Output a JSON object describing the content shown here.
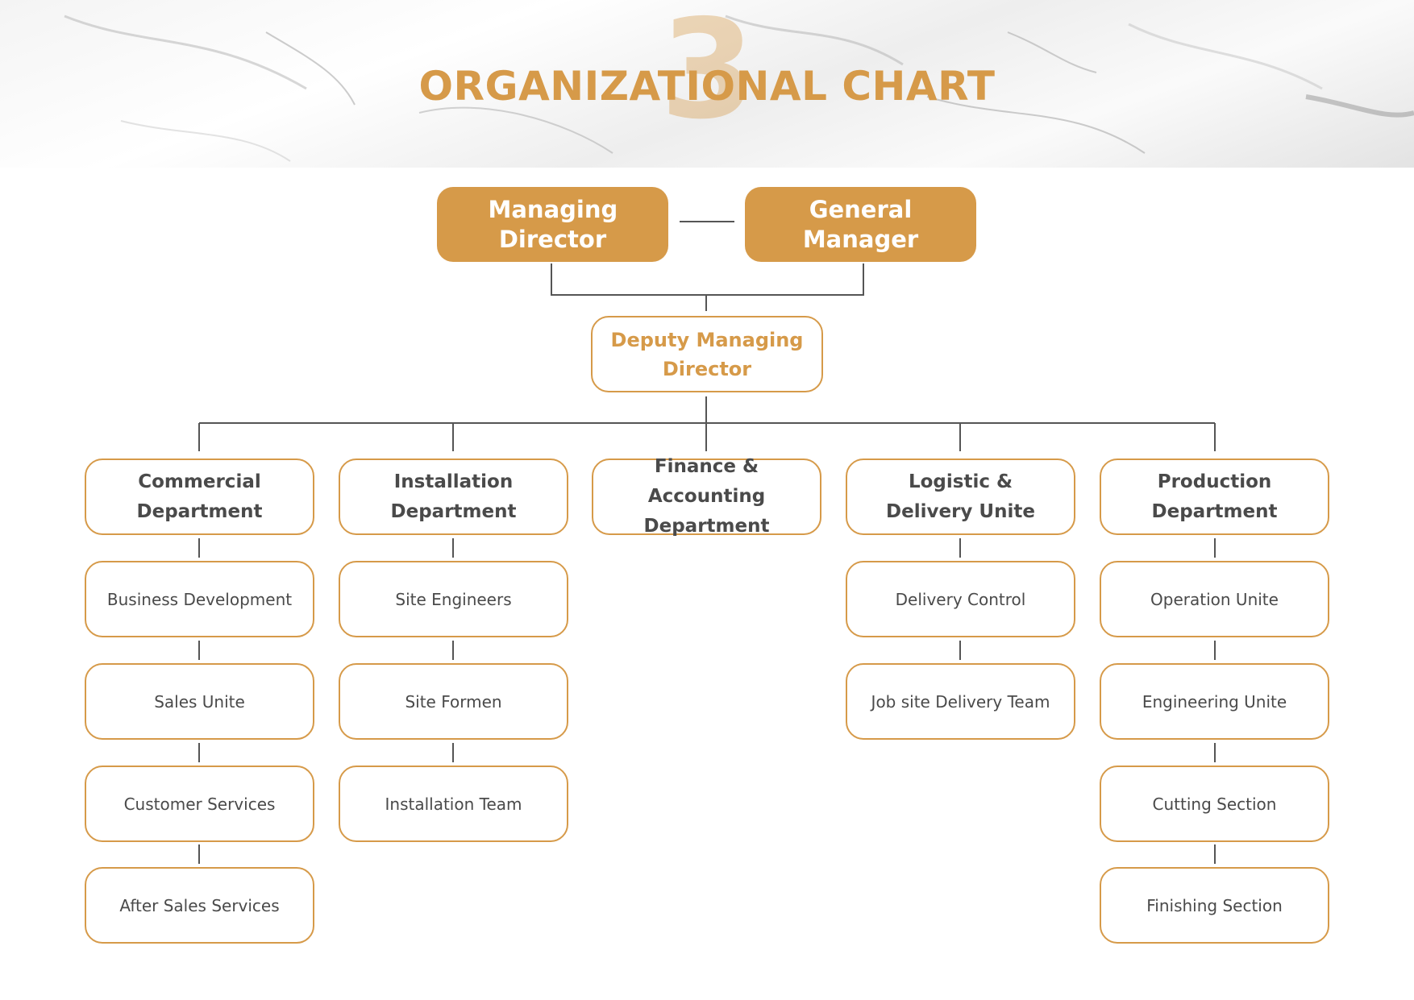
{
  "header": {
    "number": "3",
    "title": "ORGANIZATIONAL CHART"
  },
  "colors": {
    "accent": "#d69a49",
    "line": "#555555",
    "text": "#4a4a4a"
  },
  "top_roles": {
    "managing_director": "Managing Director",
    "general_manager": "General Manager"
  },
  "deputy": "Deputy Managing Director",
  "departments": [
    {
      "name": "Commercial Department",
      "units": [
        "Business Development",
        "Sales Unite",
        "Customer Services",
        "After Sales Services"
      ]
    },
    {
      "name": "Installation Department",
      "units": [
        "Site Engineers",
        "Site Formen",
        "Installation Team"
      ]
    },
    {
      "name": "Finance & Accounting Department",
      "units": []
    },
    {
      "name": "Logistic & Delivery Unite",
      "units": [
        "Delivery Control",
        "Job site Delivery Team"
      ]
    },
    {
      "name": "Production Department",
      "units": [
        "Operation Unite",
        "Engineering Unite",
        "Cutting Section",
        "Finishing Section"
      ]
    }
  ]
}
